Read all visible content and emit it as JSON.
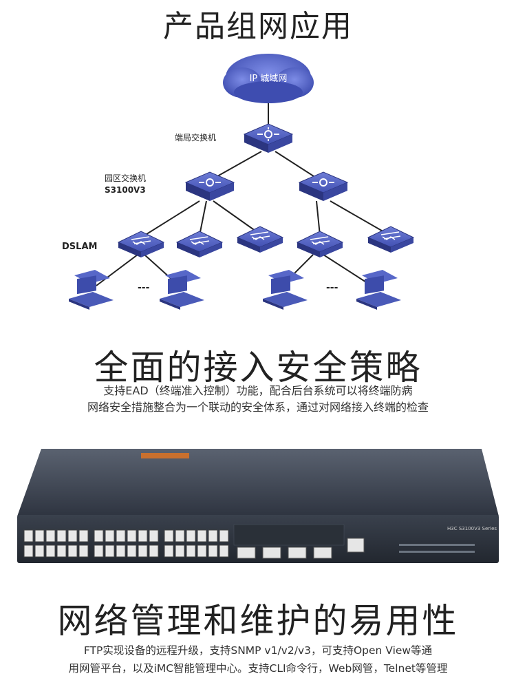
{
  "section1": {
    "title": "产品组网应用",
    "cloud_label": "IP 城域网",
    "core_label": "端局交换机",
    "campus_label_1": "园区交换机",
    "campus_label_2": "S3100V3",
    "dslam_label": "DSLAM",
    "ellipsis": "---"
  },
  "section2": {
    "title": "全面的接入安全策略",
    "lines": [
      "支持EAD（终端准入控制）功能，配合后台系统可以将终端防病",
      "网络安全措施整合为一个联动的安全体系，通过对网络接入终端的检查"
    ]
  },
  "device": {
    "brand": "H3C",
    "series": "H3C S3100V3 Series"
  },
  "section3": {
    "title": "网络管理和维护的易用性",
    "lines": [
      "FTP实现设备的远程升级，支持SNMP v1/v2/v3，可支持Open View等通",
      "用网管平台，以及iMC智能管理中心。支持CLI命令行，Web网管，Telnet等管理"
    ]
  },
  "colors": {
    "switch": "#4a5ab8",
    "switch_dark": "#2b3580",
    "cloud": "#5a6ad0",
    "device_body": "#3b4350",
    "port": "#e8e8e8"
  }
}
